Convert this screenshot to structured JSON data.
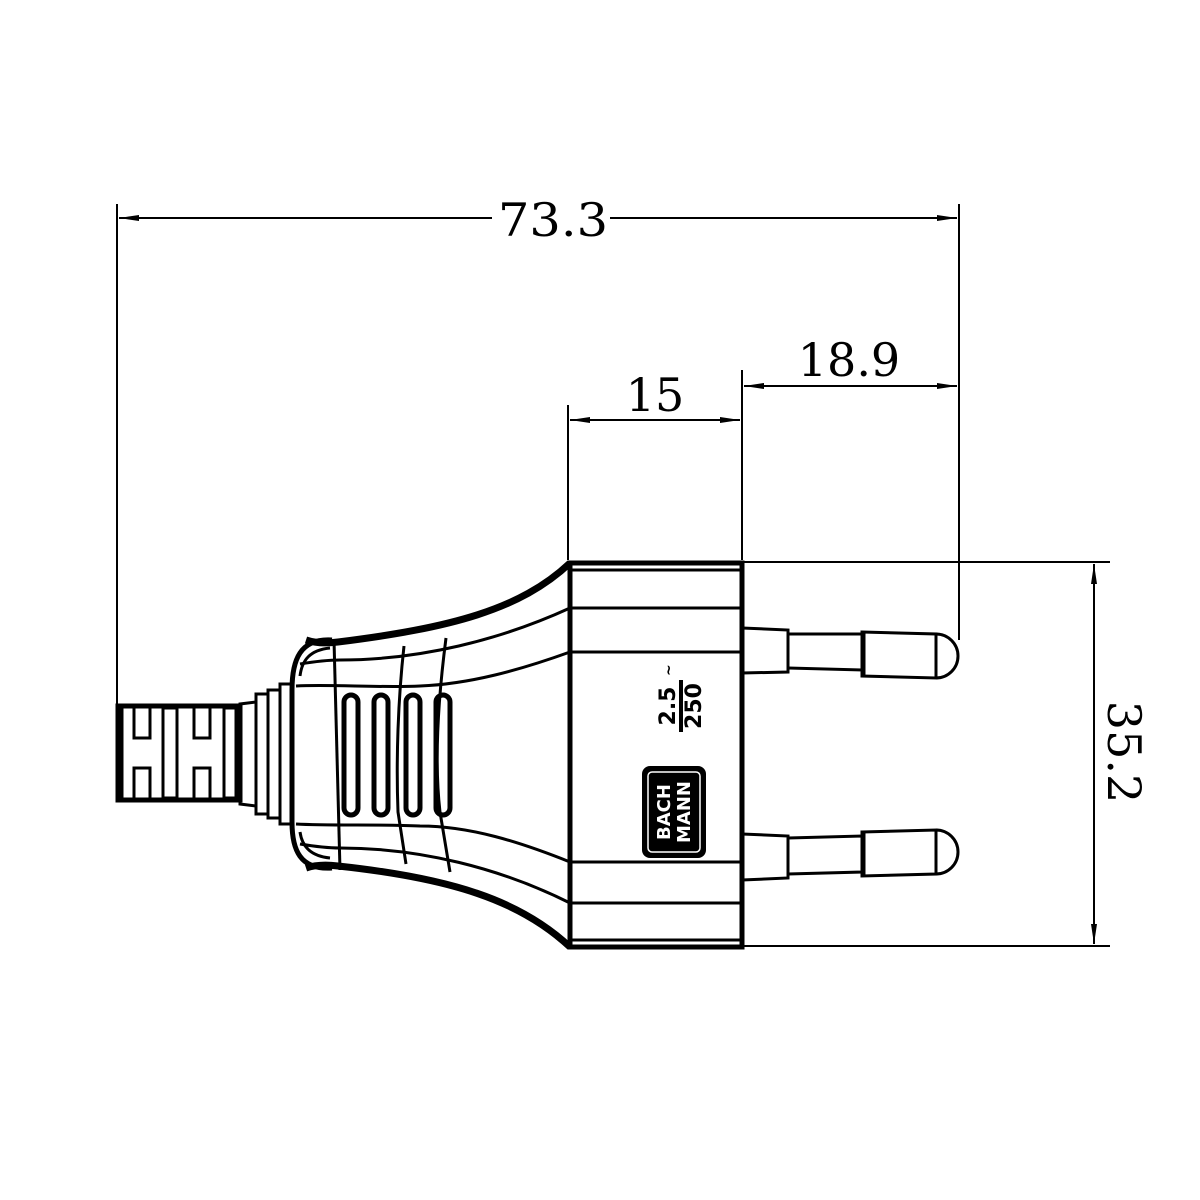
{
  "drawing": {
    "title": "Euro plug (CEE 7/16) technical dimension drawing",
    "line_color": "#000000",
    "background_color": "#ffffff"
  },
  "dimensions": {
    "overall_length": {
      "label": "73.3",
      "unit": "mm",
      "orientation": "horizontal"
    },
    "body_front_width": {
      "label": "15",
      "unit": "mm",
      "orientation": "horizontal"
    },
    "pin_length": {
      "label": "18.9",
      "unit": "mm",
      "orientation": "horizontal"
    },
    "body_height": {
      "label": "35.2",
      "unit": "mm",
      "orientation": "vertical"
    }
  },
  "markings": {
    "rating_current": "2.5",
    "rating_voltage": "250",
    "rating_symbol": "~",
    "brand_line1": "BACH",
    "brand_line2": "MANN"
  },
  "components": {
    "pins_count": 2,
    "grip_slots_count": 4,
    "cable_ribs_count": 3
  }
}
